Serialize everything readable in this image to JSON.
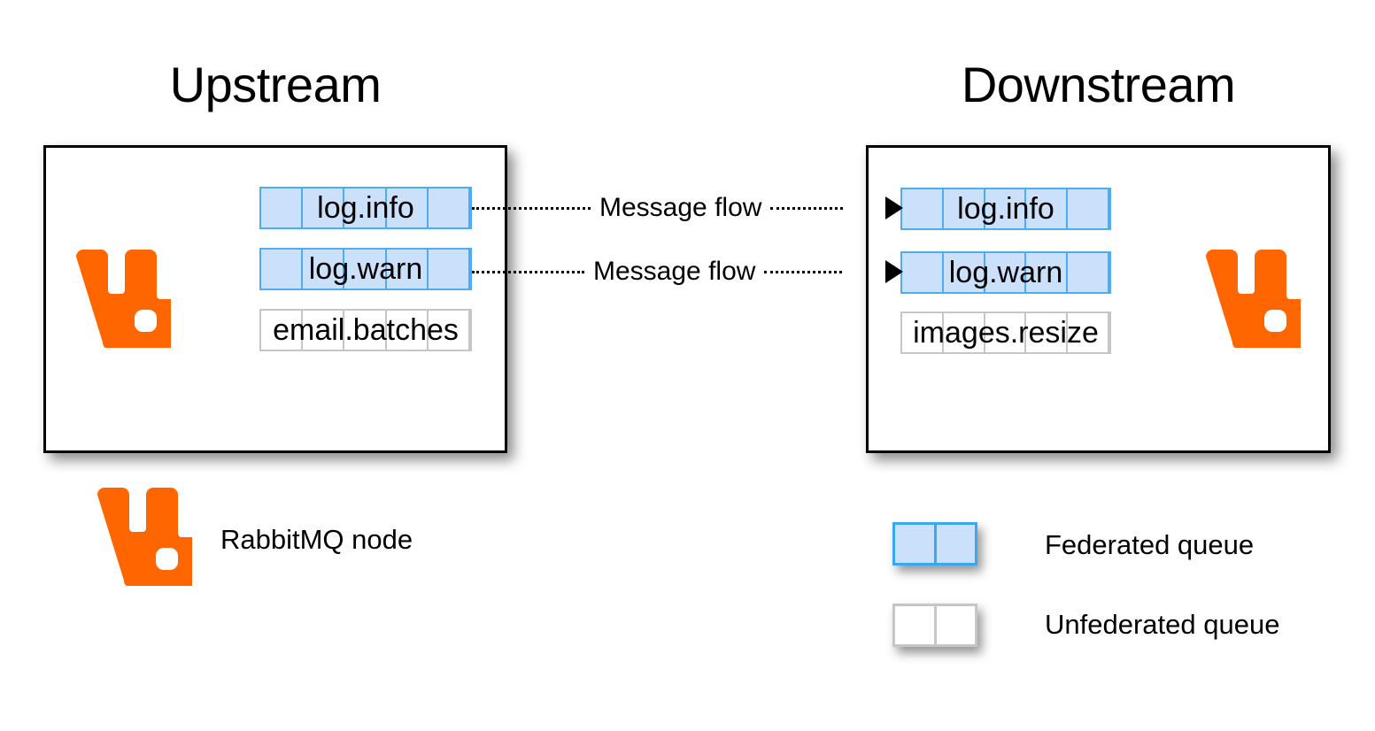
{
  "diagram": {
    "title_upstream": "Upstream",
    "title_downstream": "Downstream",
    "colors": {
      "rabbitmq_orange": "#FF6600",
      "federated_fill": "#CBE0FB",
      "federated_border": "#4EADF2",
      "unfederated_fill": "#FFFFFF",
      "unfederated_border": "#C6C6C6",
      "box_border": "#000000",
      "text": "#000000"
    }
  },
  "upstream": {
    "title": "Upstream",
    "node_icon": "rabbitmq-logo-icon",
    "queues": [
      {
        "name": "log.info",
        "federated": true,
        "cells": 5
      },
      {
        "name": "log.warn",
        "federated": true,
        "cells": 5
      },
      {
        "name": "email.batches",
        "federated": false,
        "cells": 5
      }
    ]
  },
  "downstream": {
    "title": "Downstream",
    "node_icon": "rabbitmq-logo-icon",
    "queues": [
      {
        "name": "log.info",
        "federated": true,
        "cells": 5
      },
      {
        "name": "log.warn",
        "federated": true,
        "cells": 5
      },
      {
        "name": "images.resize",
        "federated": false,
        "cells": 5
      }
    ]
  },
  "flows": [
    {
      "label": "Message flow",
      "from": "log.info",
      "to": "log.info",
      "style": "dotted",
      "arrow": "right"
    },
    {
      "label": "Message flow",
      "from": "log.warn",
      "to": "log.warn",
      "style": "dotted",
      "arrow": "right"
    }
  ],
  "legend": {
    "items": [
      {
        "label": "RabbitMQ node",
        "icon": "rabbitmq-logo-icon",
        "swatch": "none"
      },
      {
        "label": "Federated queue",
        "icon": "queue-swatch-icon",
        "swatch": "federated",
        "cells": 2
      },
      {
        "label": "Unfederated queue",
        "icon": "queue-swatch-icon",
        "swatch": "unfederated",
        "cells": 2
      }
    ]
  }
}
